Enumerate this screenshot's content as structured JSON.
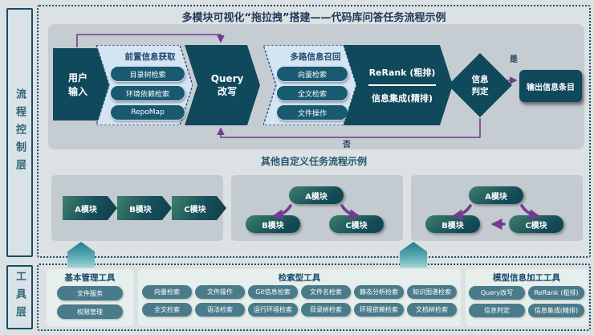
{
  "layers": {
    "process_label": "流程控制层",
    "tools_label": "工具层"
  },
  "process": {
    "title": "多模块可视化“拖拉拽”搭建——代码库问答任务流程示例",
    "main_flow": {
      "user_input": "用户\n输入",
      "pre_info": {
        "title": "前置信息获取",
        "items": [
          "目录树检索",
          "环境依赖检索",
          "RepoMap"
        ]
      },
      "query_rewrite": "Query\n改写",
      "multi_recall": {
        "title": "多路信息召回",
        "items": [
          "向量检索",
          "全文检索",
          "文件操作"
        ]
      },
      "rerank_top": "ReRank (粗排)",
      "rerank_bottom": "信息集成(精排)",
      "judge": "信息\n判定",
      "yes_label": "是",
      "no_label": "否",
      "output": "输出信息条目"
    },
    "other_examples": {
      "title": "其他自定义任务流程示例",
      "example1": {
        "modules": [
          "A模块",
          "B模块",
          "C模块"
        ]
      },
      "example2": {
        "a": "A模块",
        "b": "B模块",
        "c": "C模块"
      },
      "example3": {
        "a": "A模块",
        "b": "B模块",
        "c": "C模块"
      }
    }
  },
  "tools": {
    "basic": {
      "title": "基本管理工具",
      "items": [
        "文件服务",
        "权限管理"
      ]
    },
    "retrieval": {
      "title": "检索型工具",
      "rows": [
        [
          "向量检索",
          "文件操作",
          "Git信息检索",
          "文件名检索",
          "静态分析检索",
          "知识图谱检索"
        ],
        [
          "全文检索",
          "语法检索",
          "运行环境检索",
          "目录树检索",
          "环境依赖检索",
          "文档树检索"
        ]
      ]
    },
    "model": {
      "title": "模型信息加工工具",
      "items": [
        "Query改写",
        "ReRank (粗排)",
        "信息判定",
        "信息集成(精排)"
      ]
    }
  },
  "colors": {
    "dark_teal": "#10485c",
    "pill_teal": "#1a5a70",
    "light_chevron": "#d5e4f2",
    "accent_purple": "#6f3d8f",
    "module_green": "#3e7e6b",
    "tool_pill": "#4a7b8b",
    "connector_teal": "#1f7f8d"
  }
}
